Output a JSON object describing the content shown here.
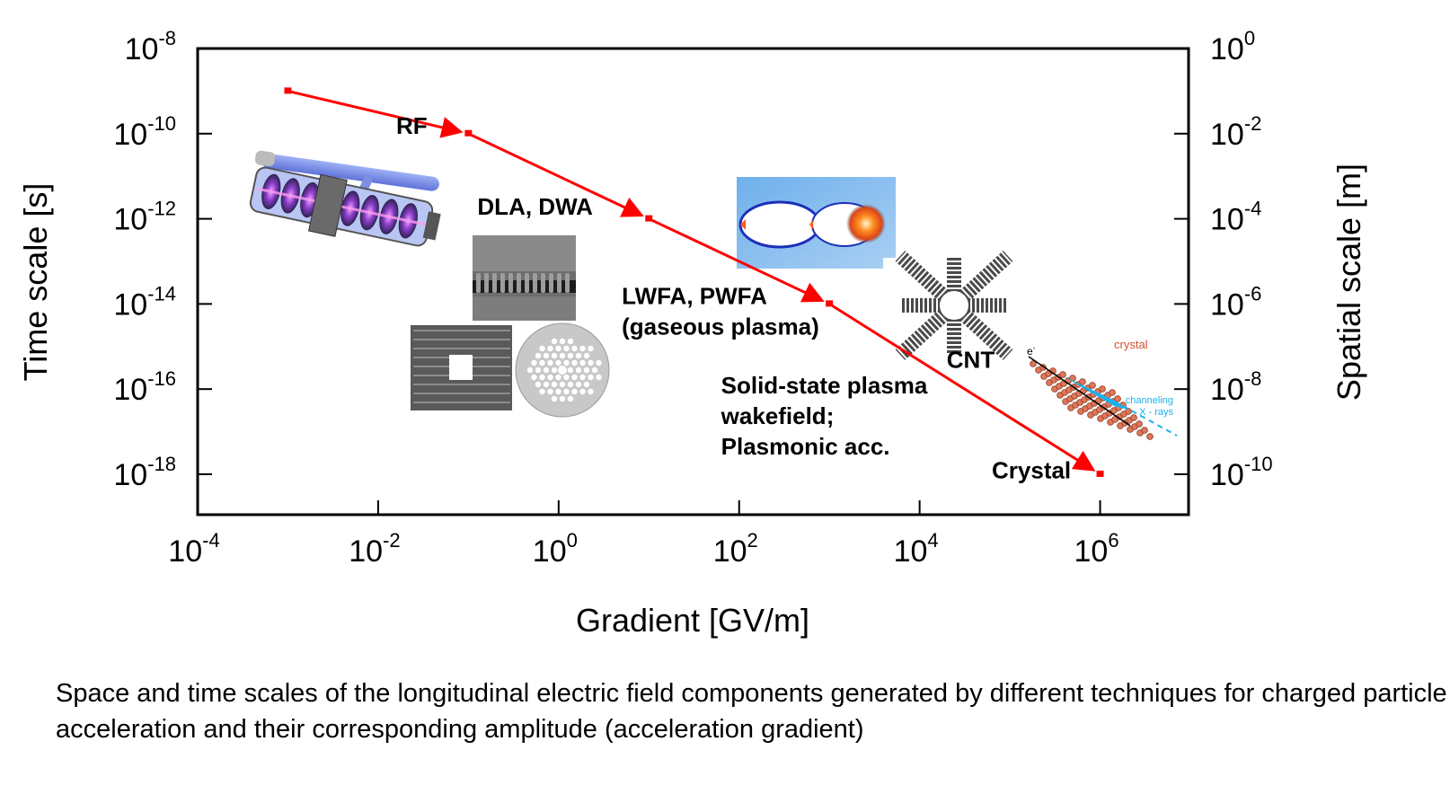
{
  "chart_data": {
    "type": "line",
    "title": "",
    "xlabel": "Gradient [GV/m]",
    "ylabel": "Time scale [s]",
    "y2label": "Spatial scale [m]",
    "xscale": "log",
    "yscale": "log",
    "xlim_exp": [
      -4,
      7
    ],
    "ylim_exp": [
      -19,
      -8
    ],
    "y2lim_exp": [
      -11,
      0
    ],
    "grid": false,
    "legend": "none",
    "x_ticks": [
      {
        "base": "10",
        "exp": "-4",
        "value_exp": -4
      },
      {
        "base": "10",
        "exp": "-2",
        "value_exp": -2
      },
      {
        "base": "10",
        "exp": "0",
        "value_exp": 0
      },
      {
        "base": "10",
        "exp": "2",
        "value_exp": 2
      },
      {
        "base": "10",
        "exp": "4",
        "value_exp": 4
      },
      {
        "base": "10",
        "exp": "6",
        "value_exp": 6
      }
    ],
    "y_ticks": [
      {
        "base": "10",
        "exp": "-8",
        "value_exp": -8
      },
      {
        "base": "10",
        "exp": "-10",
        "value_exp": -10
      },
      {
        "base": "10",
        "exp": "-12",
        "value_exp": -12
      },
      {
        "base": "10",
        "exp": "-14",
        "value_exp": -14
      },
      {
        "base": "10",
        "exp": "-16",
        "value_exp": -16
      },
      {
        "base": "10",
        "exp": "-18",
        "value_exp": -18
      }
    ],
    "y2_ticks": [
      {
        "base": "10",
        "exp": "0",
        "value_exp": 0
      },
      {
        "base": "10",
        "exp": "-2",
        "value_exp": -2
      },
      {
        "base": "10",
        "exp": "-4",
        "value_exp": -4
      },
      {
        "base": "10",
        "exp": "-6",
        "value_exp": -6
      },
      {
        "base": "10",
        "exp": "-8",
        "value_exp": -8
      },
      {
        "base": "10",
        "exp": "-10",
        "value_exp": -10
      }
    ],
    "series": [
      {
        "name": "acceleration techniques",
        "color": "#ff0000",
        "points": [
          {
            "x_exp": -3,
            "y_exp": -9
          },
          {
            "x_exp": -1,
            "y_exp": -10
          },
          {
            "x_exp": 1,
            "y_exp": -12
          },
          {
            "x_exp": 3,
            "y_exp": -14
          },
          {
            "x_exp": 6,
            "y_exp": -18
          }
        ]
      }
    ],
    "annotations": [
      {
        "text": "RF",
        "lines": [
          "RF"
        ],
        "x_exp": -1.8,
        "y_exp": -10.0
      },
      {
        "text": "DLA, DWA",
        "lines": [
          "DLA, DWA"
        ],
        "x_exp": -0.9,
        "y_exp": -11.9
      },
      {
        "text": "LWFA, PWFA (gaseous plasma)",
        "lines": [
          "LWFA, PWFA",
          "(gaseous plasma)"
        ],
        "x_exp": 0.7,
        "y_exp": -14.0
      },
      {
        "text": "CNT",
        "lines": [
          "CNT"
        ],
        "x_exp": 4.3,
        "y_exp": -15.5
      },
      {
        "text": "Solid-state plasma wakefield; Plasmonic acc.",
        "lines": [
          "Solid-state plasma",
          "wakefield;",
          "Plasmonic acc."
        ],
        "x_exp": 1.8,
        "y_exp": -16.1
      },
      {
        "text": "Crystal",
        "lines": [
          "Crystal"
        ],
        "x_exp": 4.8,
        "y_exp": -18.1
      }
    ],
    "insets": [
      {
        "name": "rf-cavity-illustration",
        "near": "RF"
      },
      {
        "name": "dla-sem-image",
        "near": "DLA, DWA"
      },
      {
        "name": "woodpile-structure",
        "near": "DLA, DWA"
      },
      {
        "name": "photonic-fiber",
        "near": "DLA, DWA"
      },
      {
        "name": "plasma-wake-simulation",
        "near": "LWFA, PWFA"
      },
      {
        "name": "carbon-nanotube-bundle",
        "near": "CNT"
      },
      {
        "name": "crystal-channeling-diagram",
        "near": "Crystal",
        "labels": {
          "particle": "e",
          "particle_sup": "-",
          "crystal": "crystal",
          "channeling": "channeling",
          "xrays": "X - rays"
        }
      }
    ]
  },
  "caption": "Space and time scales of the longitudinal electric field components generated by different techniques for charged particle acceleration and their corresponding amplitude (acceleration gradient)"
}
